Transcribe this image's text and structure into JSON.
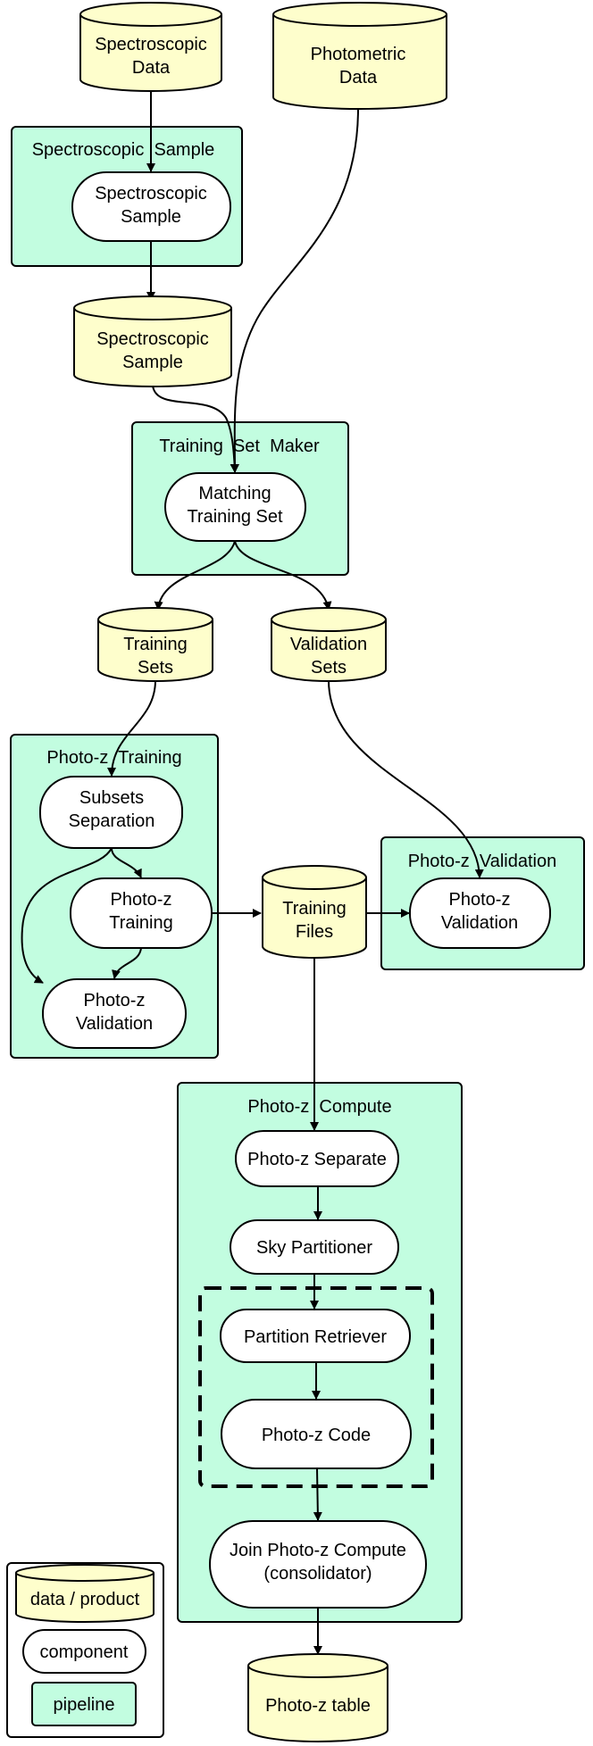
{
  "nodes": {
    "spec_data": "Spectroscopic\nData",
    "phot_data": "Photometric\nData",
    "spec_sample_comp": "Spectroscopic\nSample",
    "spec_sample_prod": "Spectroscopic\nSample",
    "matching_training_set": "Matching\nTraining Set",
    "training_sets": "Training\nSets",
    "validation_sets": "Validation\nSets",
    "subsets_separation": "Subsets\nSeparation",
    "photoz_training": "Photo-z\nTraining",
    "photoz_validation_inner": "Photo-z\nValidation",
    "training_files": "Training\nFiles",
    "photoz_validation_comp": "Photo-z\nValidation",
    "photoz_separate": "Photo-z Separate",
    "sky_partitioner": "Sky Partitioner",
    "partition_retriever": "Partition Retriever",
    "photoz_code": "Photo-z Code",
    "join_photoz_compute": "Join Photo-z Compute\n(consolidator)",
    "photoz_table": "Photo-z table"
  },
  "pipelines": {
    "spectroscopic_sample": "Spectroscopic  Sample",
    "training_set_maker": "Training  Set  Maker",
    "photoz_training": "Photo-z  Training",
    "photoz_validation": "Photo-z  Validation",
    "photoz_compute": "Photo-z  Compute"
  },
  "legend": {
    "data_product": "data / product",
    "component": "component",
    "pipeline": "pipeline"
  },
  "colors": {
    "pipeline_fill": "#c2fde0",
    "data_fill": "#fefecc",
    "component_fill": "#ffffff",
    "stroke": "#000000"
  }
}
